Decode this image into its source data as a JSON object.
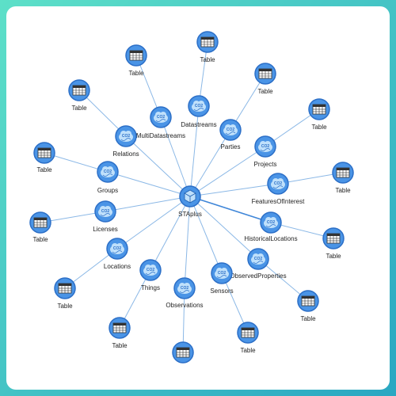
{
  "center": {
    "label": "STAplus",
    "icon": "cube-icon"
  },
  "entities": [
    {
      "label": "MultiDatastreams",
      "icon": "co2-cloud-icon",
      "table_label": "Table"
    },
    {
      "label": "Datastreams",
      "icon": "co2-cloud-icon",
      "table_label": "Table"
    },
    {
      "label": "Parties",
      "icon": "co2-cloud-icon",
      "table_label": "Table"
    },
    {
      "label": "Projects",
      "icon": "co2-cloud-icon",
      "table_label": "Table"
    },
    {
      "label": "FeaturesOfInterest",
      "icon": "co2-cloud-icon",
      "table_label": "Table"
    },
    {
      "label": "HistoricalLocations",
      "icon": "co2-cloud-icon",
      "table_label": "Table"
    },
    {
      "label": "ObservedProperties",
      "icon": "co2-cloud-icon",
      "table_label": "Table"
    },
    {
      "label": "Sensors",
      "icon": "co2-cloud-icon",
      "table_label": "Table"
    },
    {
      "label": "Observations",
      "icon": "co2-cloud-icon",
      "table_label": ""
    },
    {
      "label": "Things",
      "icon": "co2-cloud-icon",
      "table_label": "Table"
    },
    {
      "label": "Locations",
      "icon": "co2-cloud-icon",
      "table_label": "Table"
    },
    {
      "label": "Licenses",
      "icon": "co2-cloud-icon",
      "table_label": "Table"
    },
    {
      "label": "Groups",
      "icon": "co2-cloud-icon",
      "table_label": "Table"
    },
    {
      "label": "Relations",
      "icon": "co2-cloud-icon",
      "table_label": "Table"
    }
  ],
  "table_icon": "table-icon",
  "colors": {
    "node": "#4a94e6",
    "edge": "#8bb8e6",
    "edge_strong": "#3f86d8",
    "inner": "#bfe0fb"
  }
}
